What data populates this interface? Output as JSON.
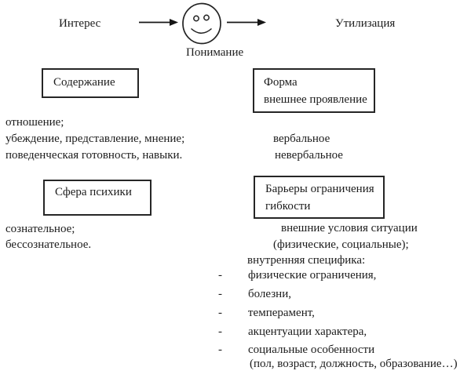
{
  "top_flow": {
    "left_label": "Интерес",
    "right_label": "Утилизация",
    "center_caption": "Понимание",
    "smiley_icon": "smiley-face",
    "arrow_icon": "right-arrow"
  },
  "sections": {
    "content": {
      "box_label": "Содержание",
      "items": [
        "отношение;",
        "убеждение, представление, мнение;",
        "поведенческая готовность, навыки."
      ]
    },
    "form": {
      "box_label_line1": "Форма",
      "box_label_line2": "внешнее проявление",
      "items": [
        "вербальное",
        "невербальное"
      ]
    },
    "psyche": {
      "box_label": "Сфера психики",
      "items": [
        "сознательное;",
        "бессознательное."
      ]
    },
    "barriers": {
      "box_label_line1": "Барьеры ограничения",
      "box_label_line2": "гибкости",
      "lines": [
        "внешние условия ситуации",
        "(физические, социальные);",
        "внутренняя специфика:"
      ],
      "bullet_marker": "-",
      "bullets": [
        "физические ограничения,",
        "болезни,",
        "темперамент,",
        "акцентуации характера,",
        "социальные особенности"
      ],
      "bullet_note": "(пол, возраст, должность, образование…)"
    }
  },
  "colors": {
    "text": "#1c1c1c",
    "border": "#262626",
    "background": "#ffffff"
  }
}
